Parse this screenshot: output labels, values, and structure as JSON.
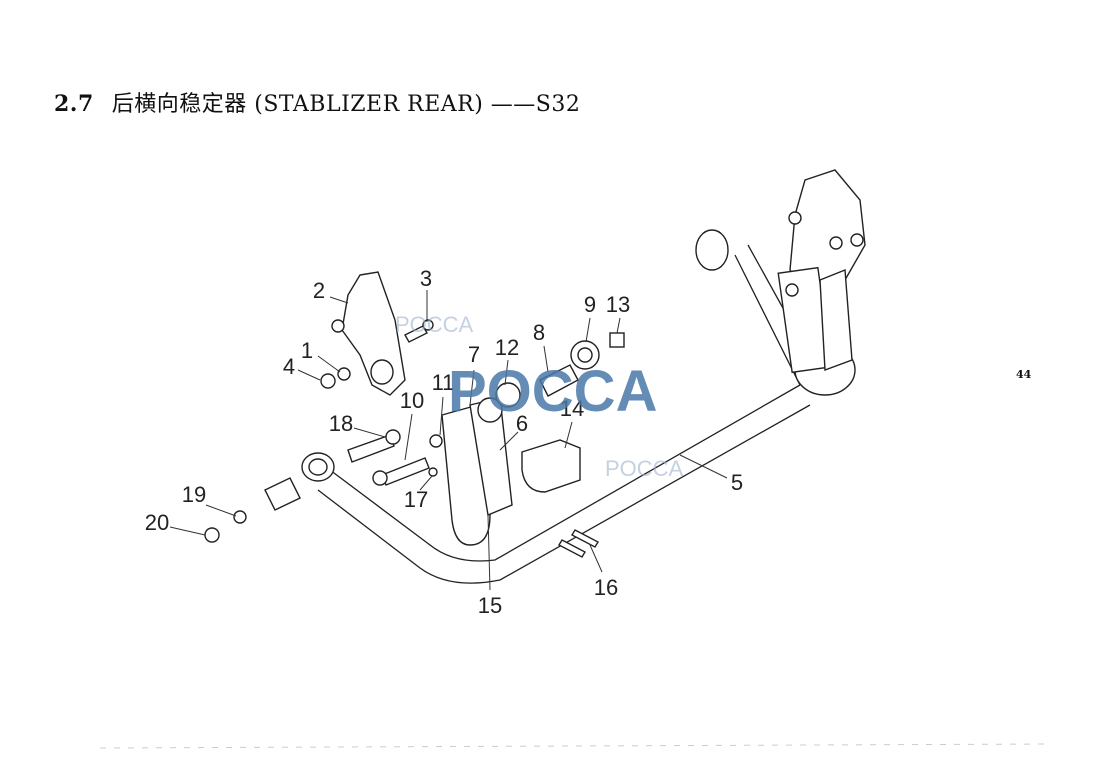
{
  "header": {
    "section": "2.7",
    "title": "后横向稳定器 (STABLIZER REAR) ——S32"
  },
  "page_number": "44",
  "watermark": "POCCA",
  "callouts": [
    "1",
    "2",
    "3",
    "4",
    "5",
    "6",
    "7",
    "8",
    "9",
    "10",
    "11",
    "12",
    "13",
    "14",
    "15",
    "16",
    "17",
    "18",
    "19",
    "20"
  ]
}
